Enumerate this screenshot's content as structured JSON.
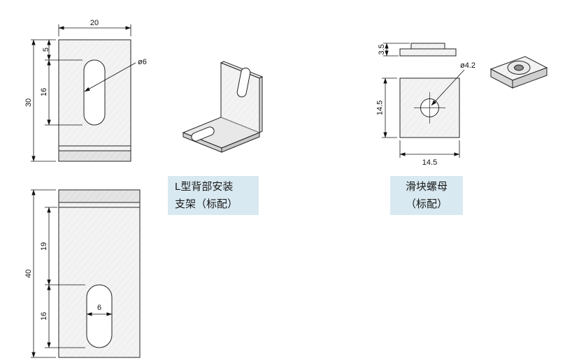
{
  "parts": {
    "bracket_label": {
      "line1": "L型背部安装",
      "line2": "支架（标配）"
    },
    "nut_label": {
      "line1": "滑块螺母",
      "line2": "（标配）"
    }
  },
  "dims": {
    "plate_top_width": "20",
    "plate_top_offset": "5",
    "plate_top_slot": "16",
    "plate_top_height": "30",
    "plate_top_hole": "ø6",
    "plate_bottom_height": "40",
    "plate_bottom_upper": "19",
    "plate_bottom_slot": "16",
    "plate_bottom_slot_width": "6",
    "nut_thickness": "3.5",
    "nut_height": "14.5",
    "nut_width": "14.5",
    "nut_hole": "ø4.2"
  },
  "colors": {
    "label_bg": "#d9e9f1",
    "line": "#1a1a1a",
    "metal": "#f3f3f3",
    "metal_dark": "#e2e2e2"
  }
}
